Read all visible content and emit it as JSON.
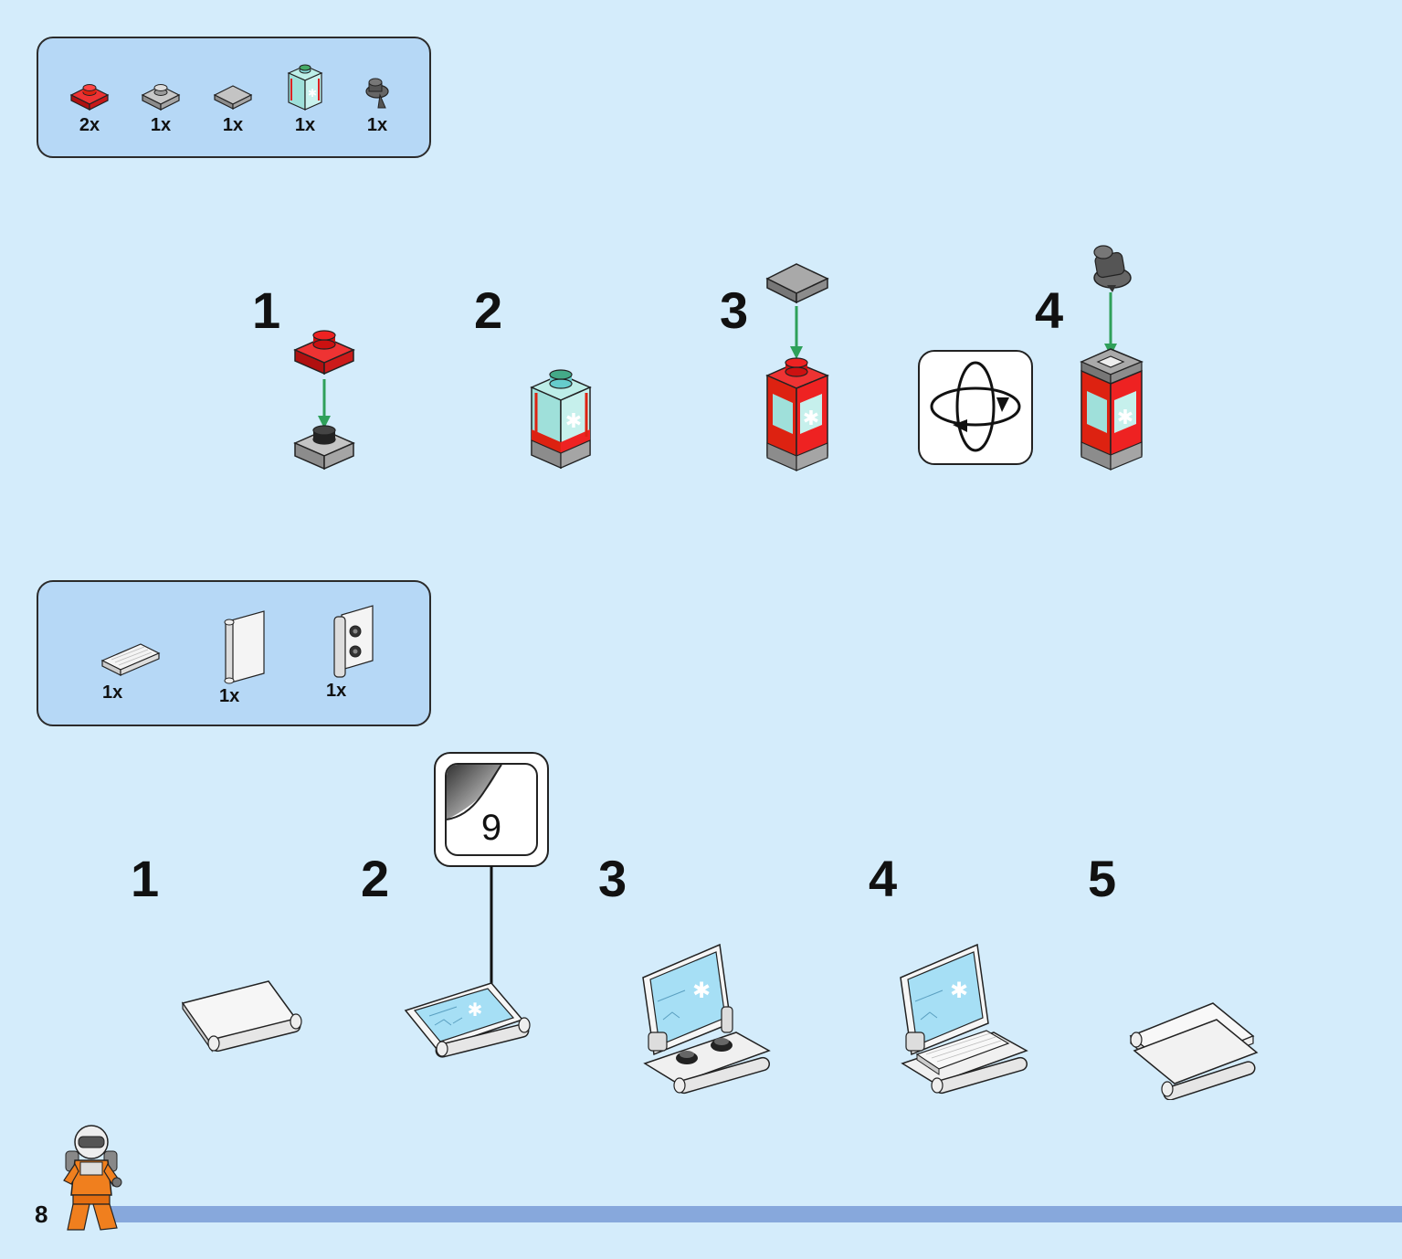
{
  "parts_list_1": {
    "items": [
      {
        "icon": "red-plate-1x1-icon",
        "qty": "2x"
      },
      {
        "icon": "grey-plate-1x1-icon",
        "qty": "1x"
      },
      {
        "icon": "grey-tile-1x1-icon",
        "qty": "1x"
      },
      {
        "icon": "trans-brick-printed-icon",
        "qty": "1x"
      },
      {
        "icon": "dark-grey-cone-icon",
        "qty": "1x"
      }
    ]
  },
  "build_1": {
    "steps": [
      {
        "number": "1"
      },
      {
        "number": "2"
      },
      {
        "number": "3"
      },
      {
        "number": "4"
      }
    ],
    "rotate_icon": "rotate-model-icon"
  },
  "parts_list_2": {
    "items": [
      {
        "icon": "white-keyboard-tile-icon",
        "qty": "1x"
      },
      {
        "icon": "white-panel-with-hinge-icon",
        "qty": "1x"
      },
      {
        "icon": "white-hinge-brick-icon",
        "qty": "1x"
      }
    ]
  },
  "build_2": {
    "steps": [
      {
        "number": "1"
      },
      {
        "number": "2"
      },
      {
        "number": "3"
      },
      {
        "number": "4"
      },
      {
        "number": "5"
      }
    ],
    "sticker_number": "9"
  },
  "footer": {
    "page_number": "8",
    "colors": {
      "bar": "#87a8dc",
      "background": "#d4ecfb",
      "box": "#b6d8f6"
    }
  }
}
